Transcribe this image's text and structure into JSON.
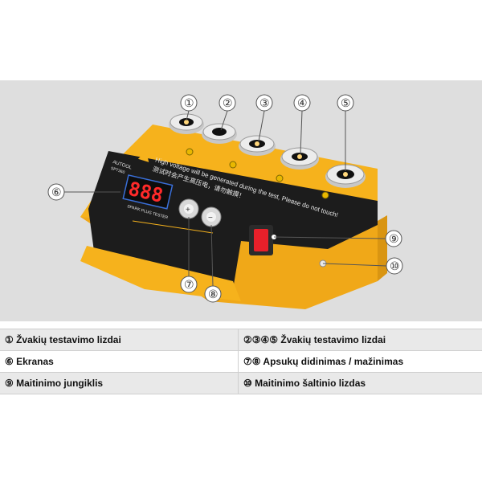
{
  "device": {
    "brand": "AUTOOL",
    "model": "SPT360",
    "warning_en": "High voltage will be generated during the test, Please do not touch!",
    "warning_cn": "测试时会产生高压电，请勿触摸！",
    "panel_label": "SPARK PLUG TESTER",
    "display_value": "888"
  },
  "callouts": [
    "①",
    "②",
    "③",
    "④",
    "⑤",
    "⑥",
    "⑦",
    "⑧",
    "⑨",
    "⑩"
  ],
  "legend": {
    "rows": [
      {
        "left": "① Žvakių testavimo lizdai",
        "right": "②③④⑤ Žvakių testavimo lizdai"
      },
      {
        "left": "⑥ Ekranas",
        "right": "⑦⑧ Apsukų didinimas / mažinimas"
      },
      {
        "left": "⑨ Maitinimo jungiklis",
        "right": "⑩ Maitinimo šaltinio lizdas"
      }
    ]
  },
  "colors": {
    "body_yellow": "#f6b21c",
    "panel_black": "#1c1c1c",
    "switch_red": "#e8202a",
    "background": "#dedede"
  }
}
